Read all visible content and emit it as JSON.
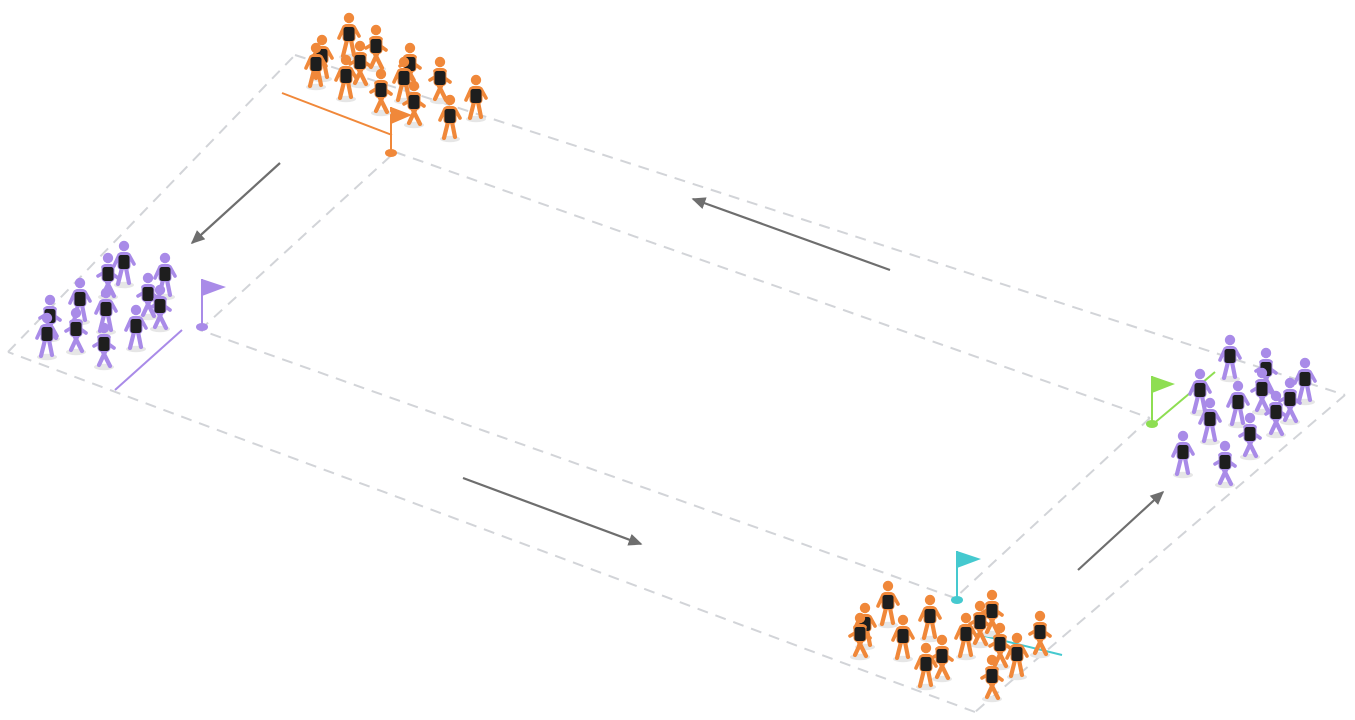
{
  "diagram": {
    "colors": {
      "background": "#ffffff",
      "track_dash": "#d2d4d8",
      "arrow": "#6e6e6e",
      "orange": "#f0883a",
      "purple": "#a98be8",
      "vest": "#1e1e1e",
      "flag_orange": "#f0883a",
      "flag_purple": "#a98be8",
      "flag_green": "#8ede52",
      "flag_cyan": "#45c9cf"
    },
    "groups": [
      {
        "id": "group-top",
        "team": "orange",
        "players": 13
      },
      {
        "id": "group-left",
        "team": "purple",
        "players": 12
      },
      {
        "id": "group-right",
        "team": "purple",
        "players": 12
      },
      {
        "id": "group-bottom",
        "team": "orange",
        "players": 14
      }
    ],
    "flags": [
      {
        "id": "flag-top",
        "color": "orange"
      },
      {
        "id": "flag-left",
        "color": "purple"
      },
      {
        "id": "flag-right",
        "color": "green"
      },
      {
        "id": "flag-bottom",
        "color": "cyan"
      }
    ],
    "arrows": [
      {
        "id": "arrow-top",
        "direction": "toward-top-left-corner"
      },
      {
        "id": "arrow-left",
        "direction": "toward-left-corner"
      },
      {
        "id": "arrow-bottom",
        "direction": "toward-bottom-right-corner"
      },
      {
        "id": "arrow-right",
        "direction": "toward-right-corner"
      }
    ]
  }
}
